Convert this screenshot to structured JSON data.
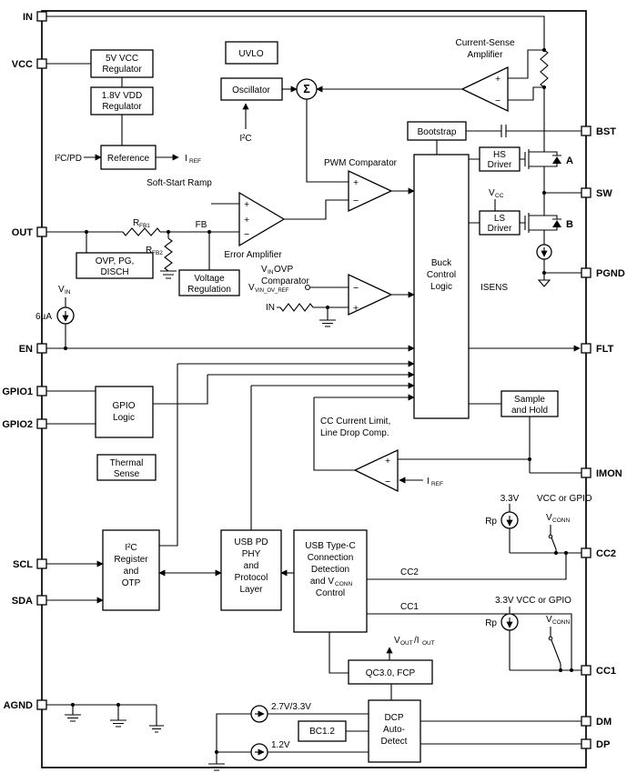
{
  "meta": {
    "description": "USB Type-C PD buck converter functional block diagram"
  },
  "sym": {
    "plus": "+",
    "minus": "−",
    "sigma": "Σ"
  },
  "pins": {
    "left": [
      "IN",
      "VCC",
      "OUT",
      "EN",
      "GPIO1",
      "GPIO2",
      "SCL",
      "SDA",
      "AGND"
    ],
    "right": [
      "BST",
      "SW",
      "PGND",
      "FLT",
      "IMON",
      "CC2",
      "CC1",
      "DM",
      "DP"
    ]
  },
  "blocks": {
    "vcc5": {
      "l1": "5V VCC",
      "l2": "Regulator"
    },
    "vdd18": {
      "l1": "1.8V VDD",
      "l2": "Regulator"
    },
    "uvlo": {
      "l1": "UVLO"
    },
    "osc": {
      "l1": "Oscillator"
    },
    "ref": {
      "l1": "Reference"
    },
    "bootstrap": {
      "l1": "Bootstrap"
    },
    "hs": {
      "l1": "HS",
      "l2": "Driver"
    },
    "ls": {
      "l1": "LS",
      "l2": "Driver"
    },
    "bcl": {
      "l1": "Buck",
      "l2": "Control",
      "l3": "Logic"
    },
    "sh": {
      "l1": "Sample",
      "l2": "and Hold"
    },
    "ovp": {
      "l1": "OVP, PG,",
      "l2": "DISCH"
    },
    "vreg": {
      "l1": "Voltage",
      "l2": "Regulation"
    },
    "gpio": {
      "l1": "GPIO",
      "l2": "Logic"
    },
    "thermal": {
      "l1": "Thermal",
      "l2": "Sense"
    },
    "i2c": {
      "l1": "I²C",
      "l2": "Register",
      "l3": "and",
      "l4": "OTP"
    },
    "phy": {
      "l1": "USB PD",
      "l2": "PHY",
      "l3": "and",
      "l4": "Protocol",
      "l5": "Layer"
    },
    "typec": {
      "l1": "USB Type-C",
      "l2": "Connection",
      "l3": "Detection",
      "l4a": "and V",
      "l4b": "CONN",
      "l5": "Control"
    },
    "qc": {
      "l1": "QC3.0, FCP"
    },
    "bc12": {
      "l1": "BC1.2"
    },
    "dcp": {
      "l1": "DCP",
      "l2": "Auto-",
      "l3": "Detect"
    }
  },
  "amps": {
    "csa": {
      "l1": "Current-Sense",
      "l2": "Amplifier"
    },
    "pwm": {
      "l1": "PWM Comparator"
    },
    "err": {
      "l1": "Error Amplifier"
    },
    "ovp": {
      "v": "V",
      "vs": "IN",
      "rest": " OVP",
      "l2": "Comparator"
    },
    "cc": {
      "l1": "CC Current Limit,",
      "l2": "Line Drop Comp."
    }
  },
  "labels": {
    "i2cpd": "I²C/PD",
    "i2c": "I²C",
    "iref_m": "I",
    "iref_s": "REF",
    "softstart": "Soft-Start Ramp",
    "fb": "FB",
    "rfb1_m": "R",
    "rfb1_s": "FB1",
    "rfb2_m": "R",
    "rfb2_s": "FB2",
    "vin_m": "V",
    "vin_s": "IN",
    "ua6": "6µA",
    "vvinov_m": "V",
    "vvinov_s": "VIN_OV_REF",
    "in2": "IN",
    "vcc_m": "V",
    "vcc_s": "CC",
    "isens": "ISENS",
    "fet_a": "A",
    "fet_b": "B",
    "cc2": "CC2",
    "cc1": "CC1",
    "v33": "3.3V",
    "vccgpio": "VCC or GPIO",
    "v33vccgpio": "3.3V VCC or GPIO",
    "rp": "Rp",
    "vconn_m": "V",
    "vconn_s": "CONN",
    "vout_m": "V",
    "vout_s": "OUT",
    "iout_m": "/I",
    "iout_s": "OUT",
    "v2733": "2.7V/3.3V",
    "v12": "1.2V"
  }
}
